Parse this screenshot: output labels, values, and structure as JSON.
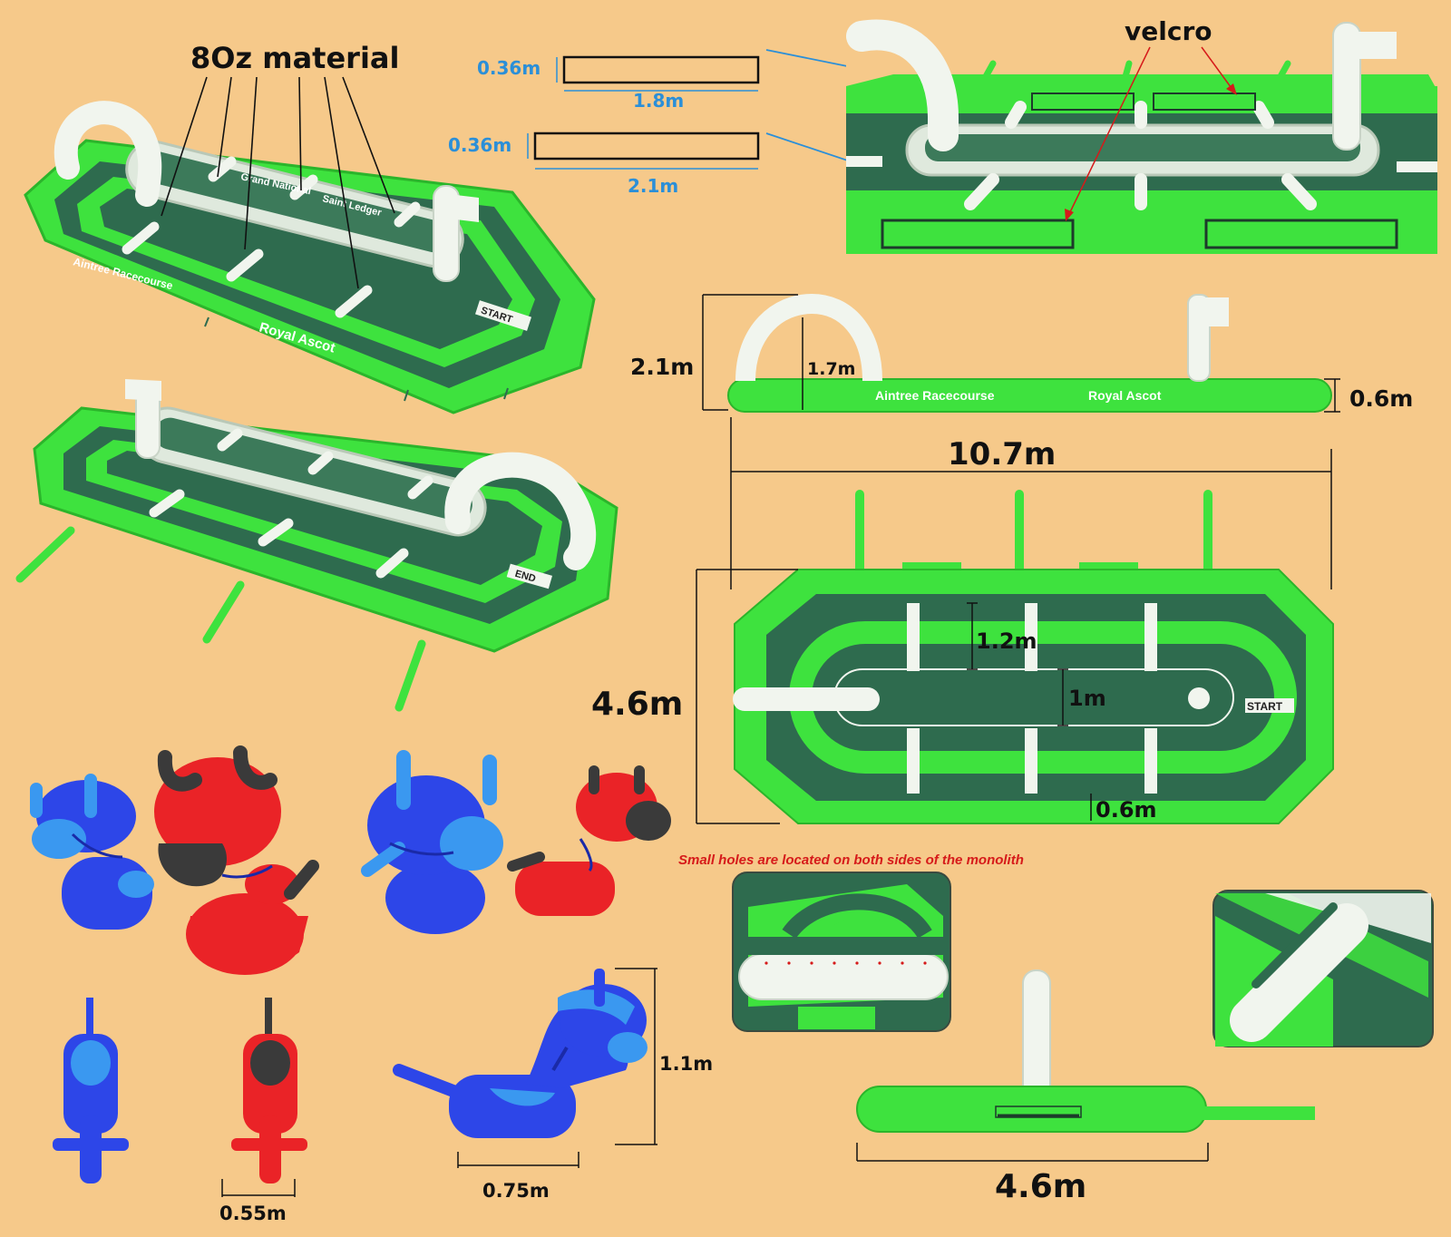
{
  "labels": {
    "material": "8Oz material",
    "velcro": "velcro"
  },
  "velcro_strips": [
    {
      "height": "0.36m",
      "length": "1.8m"
    },
    {
      "height": "0.36m",
      "length": "2.1m"
    }
  ],
  "track_text": {
    "aintree": "Aintree Racecourse",
    "royal_ascot": "Royal Ascot",
    "grand_national": "Grand National",
    "saint_ledger": "Saint Ledger",
    "start": "START",
    "end": "END"
  },
  "side_view": {
    "total_height": "2.1m",
    "arch_height": "1.7m",
    "wall_height": "0.6m",
    "length": "10.7m"
  },
  "top_view": {
    "width": "4.6m",
    "lane_width": "1.2m",
    "center_width": "1m",
    "wall_width": "0.6m"
  },
  "note": "Small holes are located on both sides of the monolith",
  "end_view": {
    "width": "4.6m"
  },
  "horse": {
    "height": "1.1m",
    "length": "0.75m",
    "width": "0.55m"
  },
  "colors": {
    "background": "#f6c98a",
    "bright_green": "#3ee23e",
    "dark_green": "#2e6b4e",
    "white": "#f1f5ee",
    "blue": "#2d46e8",
    "light_blue": "#3a98f0",
    "red": "#ea2327",
    "note_red": "#d61a1a",
    "dim_blue": "#2b8fd8"
  }
}
